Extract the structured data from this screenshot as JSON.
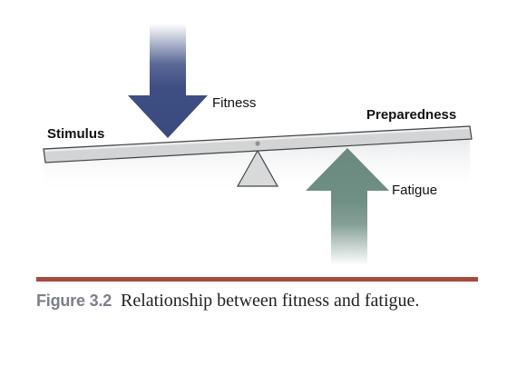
{
  "diagram": {
    "labels": {
      "stimulus": "Stimulus",
      "preparedness": "Preparedness",
      "fitness": "Fitness",
      "fatigue": "Fatigue"
    },
    "colors": {
      "fitness_arrow": "#3e4f84",
      "fatigue_arrow": "#6f8f84",
      "beam_fill": "#d3d4d6",
      "fulcrum_fill": "#d8d9db",
      "outline": "#444444"
    }
  },
  "caption": {
    "figure_label": "Figure 3.2",
    "text": "Relationship between fitness and fatigue."
  }
}
